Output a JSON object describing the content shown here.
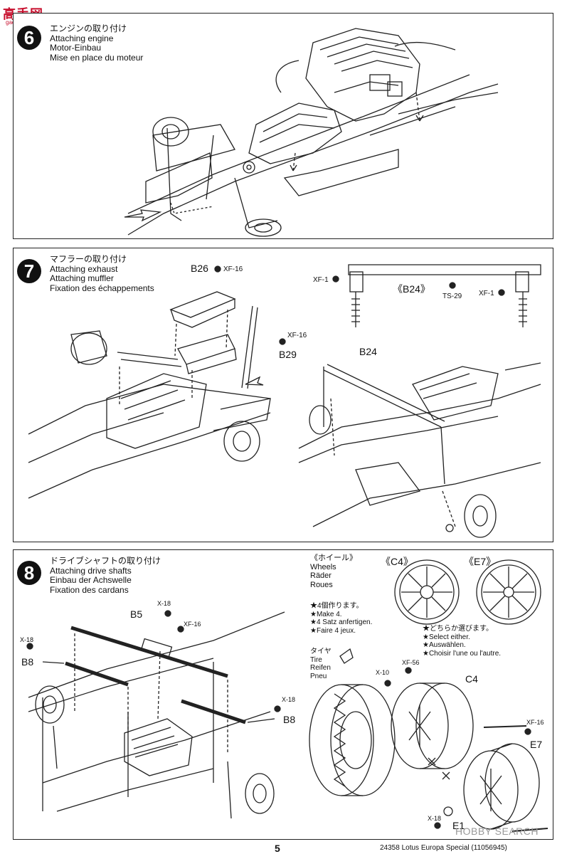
{
  "watermark_top": {
    "main": "高手网",
    "sub": "gao-shou.net"
  },
  "step6": {
    "number": "6",
    "title_jp": "エンジンの取り付け",
    "title_en": "Attaching engine",
    "title_de": "Motor-Einbau",
    "title_fr": "Mise en place du moteur"
  },
  "step7": {
    "number": "7",
    "title_jp": "マフラーの取り付け",
    "title_en1": "Attaching exhaust",
    "title_en2": "Attaching muffler",
    "title_fr": "Fixation des échappements",
    "labels": {
      "b26": "B26",
      "xf16_a": "XF-16",
      "xf16_b": "XF-16",
      "b29": "B29",
      "xf1_left": "XF-1",
      "xf1_right": "XF-1",
      "b24_bracket": "《B24》",
      "ts29": "TS-29",
      "b24": "B24"
    }
  },
  "step8": {
    "number": "8",
    "title_jp": "ドライブシャフトの取り付け",
    "title_en": "Attaching drive shafts",
    "title_de": "Einbau der Achswelle",
    "title_fr": "Fixation des cardans",
    "labels": {
      "x18_a": "X-18",
      "b5": "B5",
      "xf16": "XF-16",
      "x18_b": "X-18",
      "b8_left": "B8",
      "x18_c": "X-18",
      "b8_right": "B8"
    },
    "wheels": {
      "heading_jp": "《ホイール》",
      "heading_en": "Wheels",
      "heading_de": "Räder",
      "heading_fr": "Roues",
      "c4_bracket": "《C4》",
      "e7_bracket": "《E7》",
      "make4_jp": "★4個作ります。",
      "make4_en": "★Make 4.",
      "make4_de": "★4 Satz anfertigen.",
      "make4_fr": "★Faire 4 jeux.",
      "select_jp": "★どちらか選びます。",
      "select_en": "★Select either.",
      "select_de": "★Auswählen.",
      "select_fr": "★Choisir l'une ou l'autre.",
      "tire_jp": "タイヤ",
      "tire_en": "Tire",
      "tire_de": "Reifen",
      "tire_fr": "Pneu",
      "x10": "X-10",
      "xf56": "XF-56",
      "c4": "C4",
      "xf16": "XF-16",
      "e7": "E7",
      "x18": "X-18",
      "e1": "E1"
    }
  },
  "watermark_bottom": "HOBBY SEARCH",
  "page_number": "5",
  "footer": "24358  Lotus Europa Special (11056945)"
}
